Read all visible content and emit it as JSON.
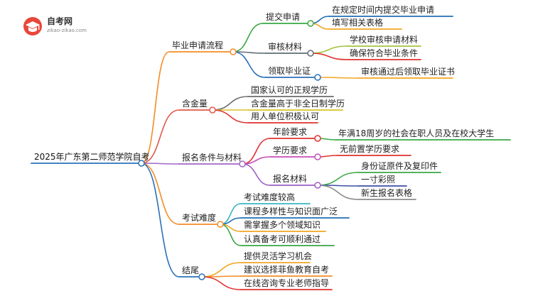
{
  "logo": {
    "name": "自考网",
    "url_text": "zikao-zikao.com",
    "icon": "graduation-cap-icon",
    "icon_color": "#e8473a"
  },
  "mindmap": {
    "root": "2025年广东第二师范学院自考",
    "branches": [
      {
        "label": "毕业申请流程",
        "color": "#f28c28",
        "children": [
          {
            "label": "提交申请",
            "color": "#3aa845",
            "children": [
              {
                "label": "在规定时间内提交毕业申请",
                "color": "#1f6fb5"
              },
              {
                "label": "填写相关表格",
                "color": "#f2a623"
              }
            ]
          },
          {
            "label": "审核材料",
            "color": "#5f6b73",
            "children": [
              {
                "label": "学校审核申请材料",
                "color": "#a2c43e"
              },
              {
                "label": "确保符合毕业条件",
                "color": "#e0312f"
              }
            ]
          },
          {
            "label": "领取毕业证",
            "color": "#2b72b9",
            "children": [
              {
                "label": "审核通过后领取毕业证书",
                "color": "#f2a623"
              }
            ]
          }
        ]
      },
      {
        "label": "含金量",
        "color": "#e0574a",
        "children": [
          {
            "label": "国家认可的正规学历",
            "color": "#6c6c6c"
          },
          {
            "label": "含金量高于非全日制学历",
            "color": "#d7c22a"
          },
          {
            "label": "用人单位积极认可",
            "color": "#e0312f"
          }
        ]
      },
      {
        "label": "报名条件与材料",
        "color": "#a066c8",
        "children": [
          {
            "label": "年龄要求",
            "color": "#e0312f",
            "children": [
              {
                "label": "年满18周岁的社会在职人员及在校大学生",
                "color": "#3aa845"
              }
            ]
          },
          {
            "label": "学历要求",
            "color": "#c74fb8",
            "children": [
              {
                "label": "无前置学历要求",
                "color": "#e0312f"
              }
            ]
          },
          {
            "label": "报名材料",
            "color": "#9b5fc5",
            "children": [
              {
                "label": "身份证原件及复印件",
                "color": "#3aa845"
              },
              {
                "label": "一寸彩照",
                "color": "#3b4ea3"
              },
              {
                "label": "新生报名表格",
                "color": "#8c8c8c"
              }
            ]
          }
        ]
      },
      {
        "label": "考试难度",
        "color": "#f28c28",
        "children": [
          {
            "label": "考试难度较高",
            "color": "#3ab5c5"
          },
          {
            "label": "课程多样性与知识面广泛",
            "color": "#1f6fb5"
          },
          {
            "label": "需掌握多个领域知识",
            "color": "#f2a623"
          },
          {
            "label": "认真备考可顺利通过",
            "color": "#3aa845"
          }
        ]
      },
      {
        "label": "结尾",
        "color": "#2b72b9",
        "children": [
          {
            "label": "提供灵活学习机会",
            "color": "#f2a623"
          },
          {
            "label": "建议选择菲鱼教育自考",
            "color": "#f28c28"
          },
          {
            "label": "在线咨询专业老师指导",
            "color": "#e0312f"
          }
        ]
      }
    ]
  }
}
